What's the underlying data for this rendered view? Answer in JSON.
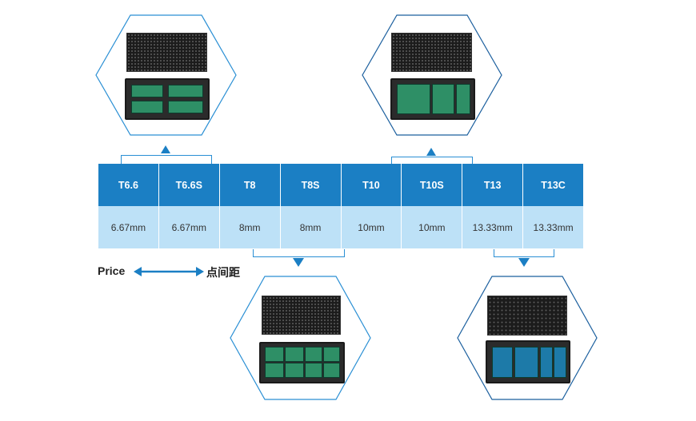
{
  "table": {
    "models": [
      "T6.6",
      "T6.6S",
      "T8",
      "T8S",
      "T10",
      "T10S",
      "T13",
      "T13C"
    ],
    "pitches": [
      "6.67mm",
      "6.67mm",
      "8mm",
      "8mm",
      "10mm",
      "10mm",
      "13.33mm",
      "13.33mm"
    ]
  },
  "legend": {
    "left_label": "Price",
    "right_label": "点间距"
  },
  "colors": {
    "header_bg": "#1b7fc4",
    "row_bg": "#bde1f7",
    "hex_stroke": "#2a8fd4"
  },
  "modules": [
    {
      "name": "module-image-top-left",
      "board_color": "green"
    },
    {
      "name": "module-image-top-right",
      "board_color": "green"
    },
    {
      "name": "module-image-bottom-center",
      "board_color": "green"
    },
    {
      "name": "module-image-bottom-right",
      "board_color": "blue"
    }
  ]
}
